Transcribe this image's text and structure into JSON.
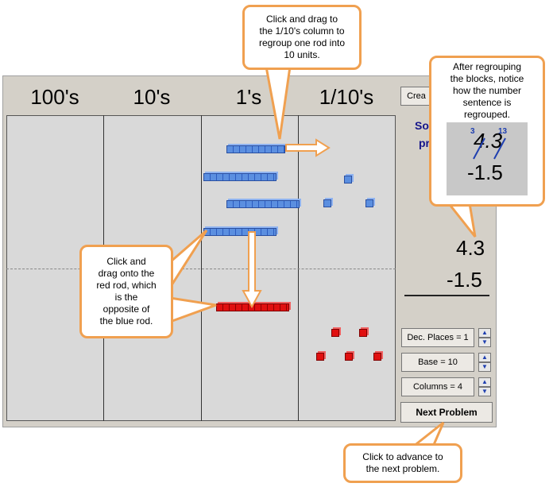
{
  "columns": {
    "hundreds": "100's",
    "tens": "10's",
    "ones": "1's",
    "tenths": "1/10's"
  },
  "panel": {
    "create_label": "Crea",
    "title_line1": "So",
    "title_line2": "pr",
    "top_number": "4.3",
    "bottom_number": "-1.5"
  },
  "controls": {
    "dec_places": "Dec. Places = 1",
    "base": "Base = 10",
    "columns": "Columns = 4",
    "next": "Next Problem"
  },
  "callouts": {
    "drag_tenths": [
      "Click and drag to",
      "the 1/10's column to",
      "regroup one rod into",
      "10 units."
    ],
    "after_regroup": [
      "After regrouping",
      "the blocks, notice",
      "how the number",
      "sentence is",
      "regrouped."
    ],
    "regroup_example": {
      "carry_left": "3",
      "carry_right": "13",
      "top": "4.3",
      "bottom": "-1.5"
    },
    "drag_red": [
      "Click and",
      "drag onto the",
      "red rod, which",
      "is the",
      "opposite of",
      "the blue rod."
    ],
    "next_hint": [
      "Click to advance to",
      "the next problem."
    ]
  },
  "colors": {
    "blue": "#5b8fe0",
    "red": "#e01010",
    "callout_border": "#f0a050",
    "title": "#15158a"
  },
  "arrows": {
    "right": "right-arrow",
    "down": "down-arrow",
    "up": "up-arrow-icon",
    "spin_down": "down-arrow-icon"
  }
}
